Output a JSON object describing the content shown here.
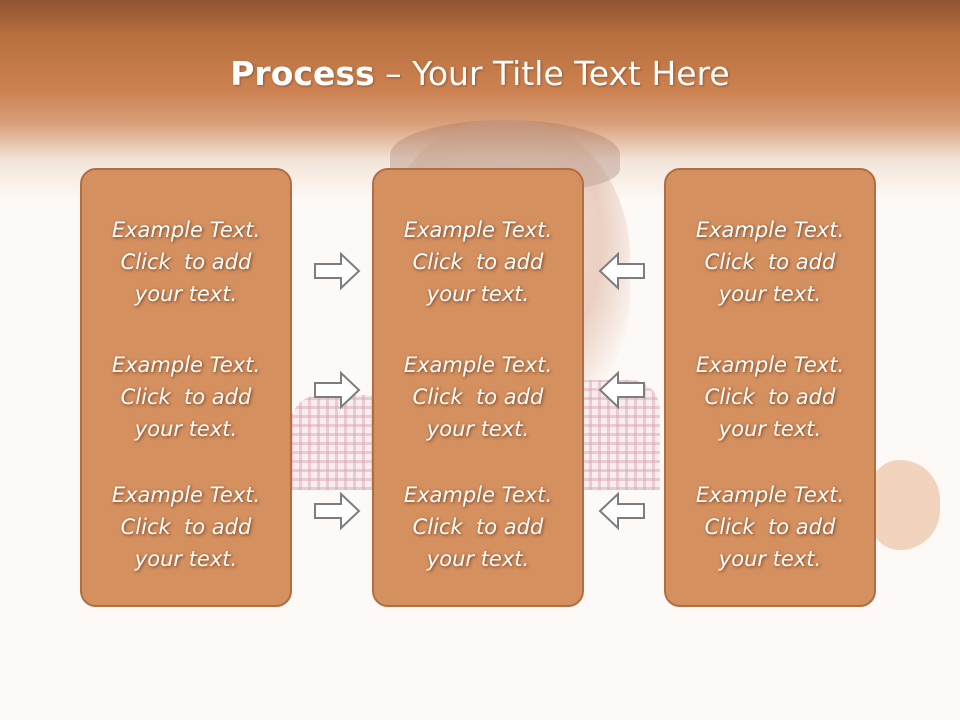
{
  "title": {
    "bold": "Process",
    "rest": " – Your Title Text Here"
  },
  "columns": [
    {
      "items": [
        {
          "lines": [
            "Example Text.",
            "Click  to add",
            "your text."
          ]
        },
        {
          "lines": [
            "Example Text.",
            "Click  to add",
            "your text."
          ]
        },
        {
          "lines": [
            "Example Text.",
            "Click  to add",
            "your text."
          ]
        }
      ]
    },
    {
      "items": [
        {
          "lines": [
            "Example Text.",
            "Click  to add",
            "your text."
          ]
        },
        {
          "lines": [
            "Example Text.",
            "Click  to add",
            "your text."
          ]
        },
        {
          "lines": [
            "Example Text.",
            "Click  to add",
            "your text."
          ]
        }
      ]
    },
    {
      "items": [
        {
          "lines": [
            "Example Text.",
            "Click  to add",
            "your text."
          ]
        },
        {
          "lines": [
            "Example Text.",
            "Click  to add",
            "your text."
          ]
        },
        {
          "lines": [
            "Example Text.",
            "Click  to add",
            "your text."
          ]
        }
      ]
    }
  ],
  "colors": {
    "header": "#cc8150",
    "box": "#d5905f",
    "box_border": "#b26d43"
  },
  "icons": {
    "left_arrows": "arrow-right-icon",
    "right_arrows": "arrow-left-icon"
  }
}
